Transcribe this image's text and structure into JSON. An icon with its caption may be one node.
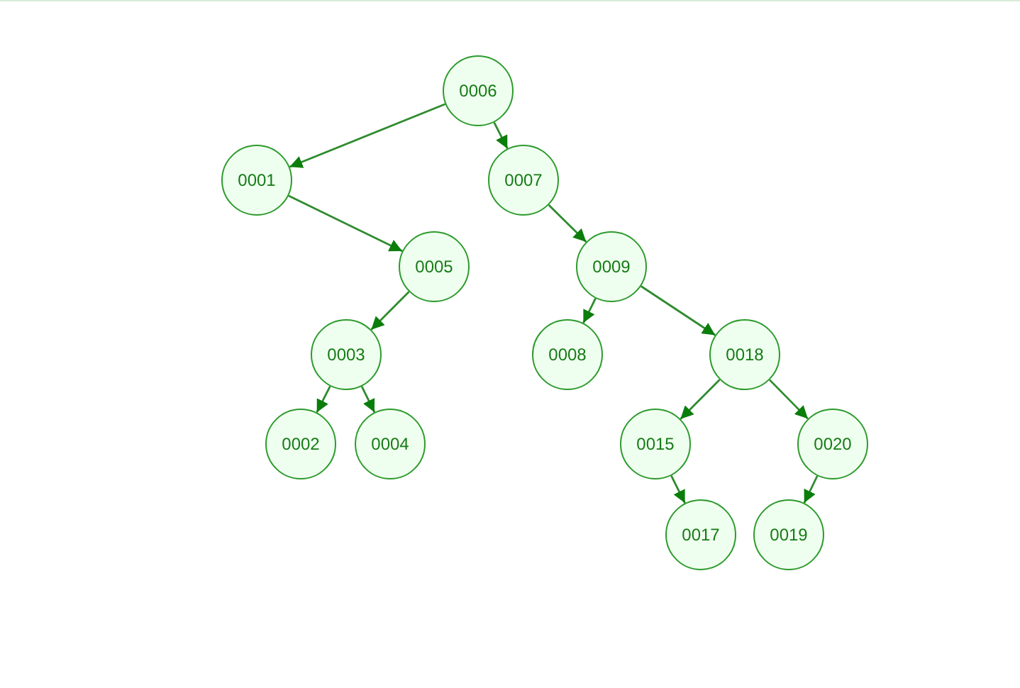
{
  "diagram": {
    "nodes": [
      {
        "text": [
          "0006"
        ]
      },
      {
        "text": [
          "0001"
        ]
      },
      {
        "text": [
          "0007"
        ]
      },
      {
        "text": [
          "0005"
        ]
      },
      {
        "text": [
          "0009"
        ]
      },
      {
        "text": [
          "0003"
        ]
      },
      {
        "text": [
          "0008"
        ]
      },
      {
        "text": [
          "0018"
        ]
      },
      {
        "text": [
          "0002"
        ]
      },
      {
        "text": [
          "0004"
        ]
      },
      {
        "text": [
          "0015"
        ]
      },
      {
        "text": [
          "0020"
        ]
      },
      {
        "text": [
          "0017"
        ]
      },
      {
        "text": [
          "0019"
        ]
      }
    ],
    "edges": [
      {
        "from": 0,
        "to": 1,
        "arrow": "to"
      },
      {
        "from": 0,
        "to": 2,
        "arrow": "to"
      },
      {
        "from": 1,
        "to": 3,
        "arrow": "to"
      },
      {
        "from": 2,
        "to": 4,
        "arrow": "to"
      },
      {
        "from": 3,
        "to": 5,
        "arrow": "to"
      },
      {
        "from": 5,
        "to": 8,
        "arrow": "to"
      },
      {
        "from": 5,
        "to": 9,
        "arrow": "to"
      },
      {
        "from": 4,
        "to": 6,
        "arrow": "to"
      },
      {
        "from": 4,
        "to": 7,
        "arrow": "to"
      },
      {
        "from": 7,
        "to": 10,
        "arrow": "to"
      },
      {
        "from": 7,
        "to": 11,
        "arrow": "to"
      },
      {
        "from": 10,
        "to": 12,
        "arrow": "to"
      },
      {
        "from": 11,
        "to": 13,
        "arrow": "to"
      }
    ]
  }
}
